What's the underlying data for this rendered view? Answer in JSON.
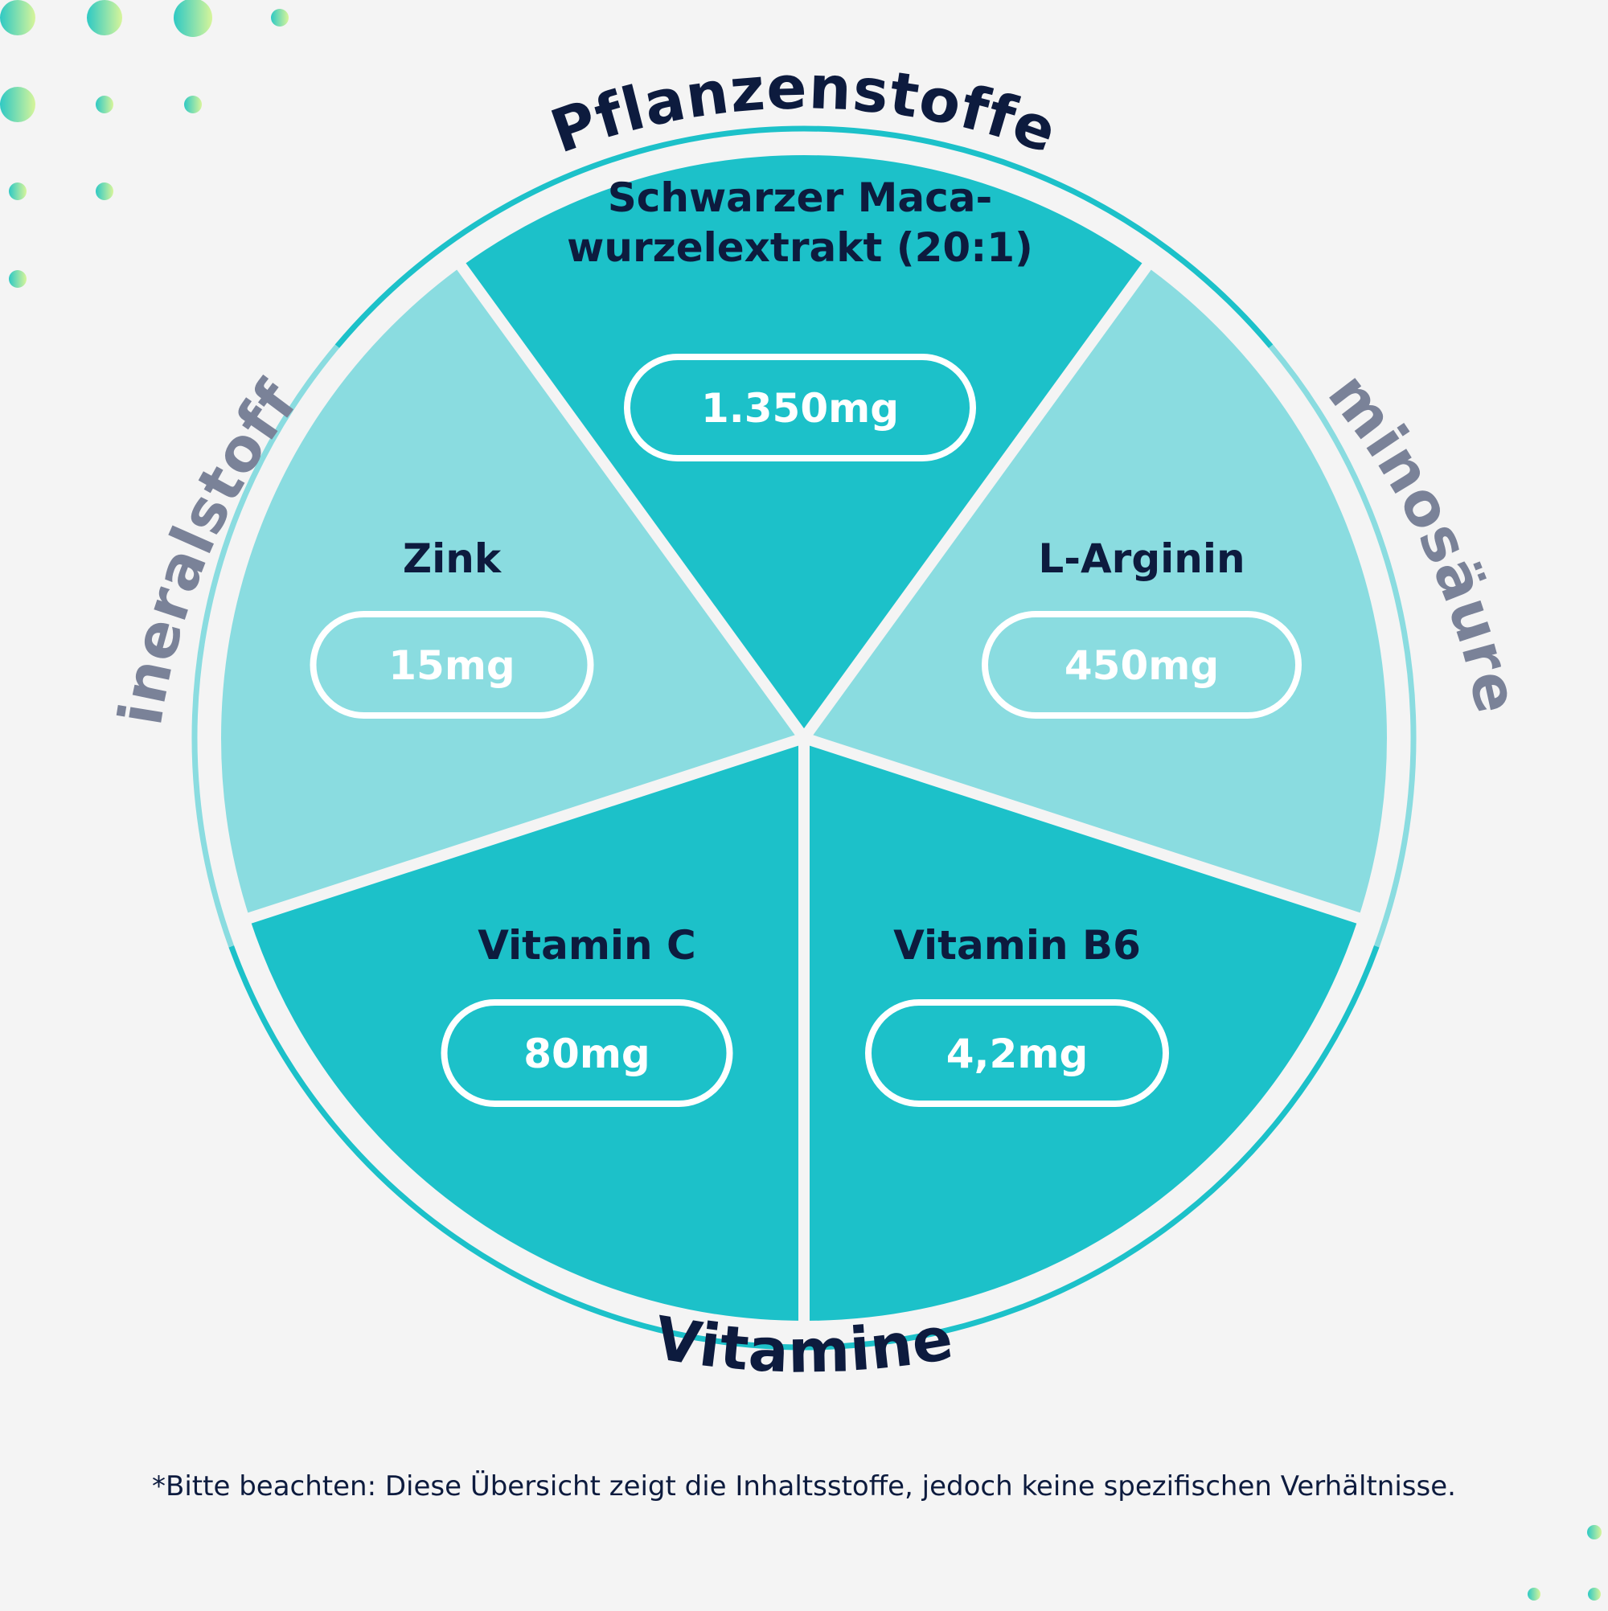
{
  "colors": {
    "background": "#f4f4f4",
    "dark_teal": "#1cc1c9",
    "light_teal": "#8adce0",
    "divider": "#f4f4f4",
    "navy_text": "#0d1b3e",
    "grey_text": "#7a8298",
    "white": "#ffffff"
  },
  "categories": [
    {
      "label": "Pflanzenstoffe",
      "color": "#0d1b3e"
    },
    {
      "label": "Aminosäuren",
      "color": "#7a8298"
    },
    {
      "label": "Vitamine",
      "color": "#0d1b3e"
    },
    {
      "label": "Mineralstoffe",
      "color": "#7a8298"
    }
  ],
  "segments": [
    {
      "name_lines": [
        "Schwarzer Maca-",
        "wurzelextrakt (20:1)"
      ],
      "amount": "1.350mg",
      "shade": "dark"
    },
    {
      "name_lines": [
        "L-Arginin"
      ],
      "amount": "450mg",
      "shade": "light"
    },
    {
      "name_lines": [
        "Vitamin B6"
      ],
      "amount": "4,2mg",
      "shade": "dark"
    },
    {
      "name_lines": [
        "Vitamin C"
      ],
      "amount": "80mg",
      "shade": "dark"
    },
    {
      "name_lines": [
        "Zink"
      ],
      "amount": "15mg",
      "shade": "light"
    }
  ],
  "footnote": "*Bitte beachten: Diese Übersicht zeigt die Inhaltsstoffe, jedoch keine spezifischen Verhältnisse.",
  "decorative": {
    "corner_dots": [
      "dot-icon"
    ]
  }
}
